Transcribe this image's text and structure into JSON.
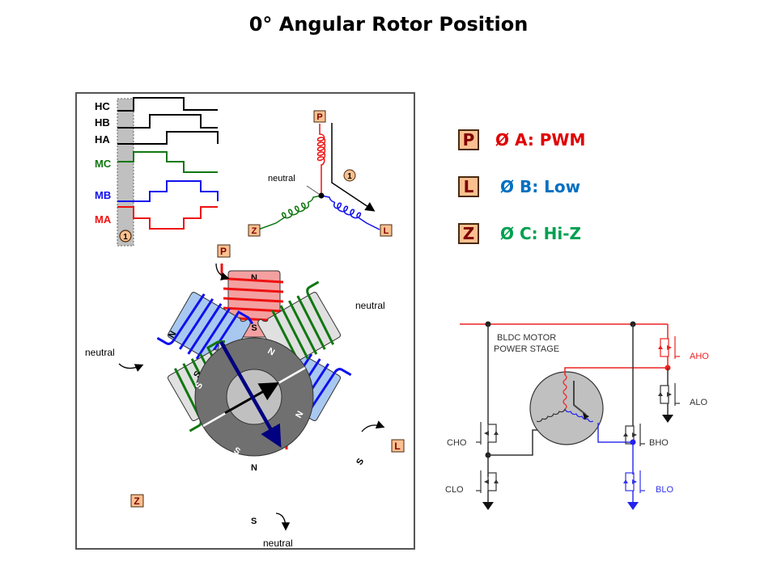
{
  "title": "0° Angular Rotor Position",
  "colors": {
    "phase_a": "#e00000",
    "phase_b": "#0070c0",
    "phase_c": "#00a050",
    "wire_red": "#ee1111",
    "wire_blue": "#1010ee",
    "wire_green": "#117711",
    "badge_fill": "#fac090",
    "badge_text": "#7f0000"
  },
  "timing": {
    "signals": [
      {
        "label": "HC",
        "color": "#000000"
      },
      {
        "label": "HB",
        "color": "#000000"
      },
      {
        "label": "HA",
        "color": "#000000"
      },
      {
        "label": "MC",
        "color": "#117711"
      },
      {
        "label": "MB",
        "color": "#1010ee"
      },
      {
        "label": "MA",
        "color": "#ee1111"
      }
    ],
    "step_marker": "1"
  },
  "wye": {
    "terminals": {
      "top": "P",
      "left": "Z",
      "right": "L"
    },
    "neutral_label": "neutral",
    "step_marker": "1"
  },
  "motor": {
    "terminals": {
      "top": "P",
      "right": "L",
      "left": "Z"
    },
    "neutral_labels": [
      "neutral",
      "neutral",
      "neutral"
    ],
    "pole_labels": {
      "north": "N",
      "south": "S"
    }
  },
  "legend": [
    {
      "badge": "P",
      "text": "Ø A: PWM",
      "color": "#e00000"
    },
    {
      "badge": "L",
      "text": "Ø B: Low",
      "color": "#0070c0"
    },
    {
      "badge": "Z",
      "text": "Ø C: Hi-Z",
      "color": "#00a050"
    }
  ],
  "power_stage": {
    "title_line1": "BLDC MOTOR",
    "title_line2": "POWER STAGE",
    "switches": {
      "aho": "AHO",
      "alo": "ALO",
      "bho": "BHO",
      "blo": "BLO",
      "cho": "CHO",
      "clo": "CLO"
    }
  }
}
